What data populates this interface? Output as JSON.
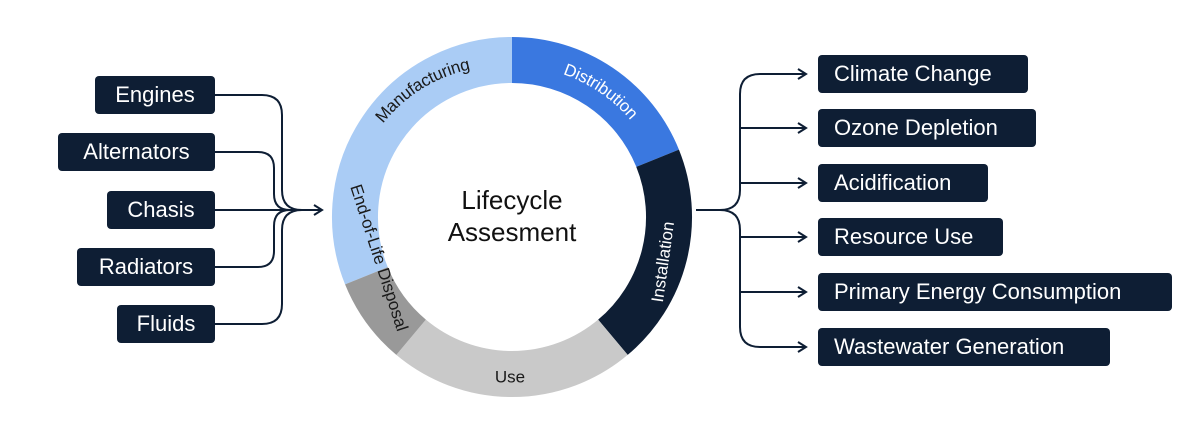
{
  "center": {
    "line1": "Lifecycle",
    "line2": "Assesment"
  },
  "phases": [
    {
      "label": "Manufacturing",
      "color": "#aaccf5",
      "text_color": "#1a1a1a"
    },
    {
      "label": "Distribution",
      "color": "#3a78e0",
      "text_color": "#ffffff"
    },
    {
      "label": "Installation",
      "color": "#0e1e34",
      "text_color": "#ffffff"
    },
    {
      "label": "Use",
      "color": "#c9c9c9",
      "text_color": "#1a1a1a"
    },
    {
      "label": "End-of-Life Disposal",
      "color": "#999999",
      "text_color": "#1a1a1a"
    }
  ],
  "inputs": [
    "Engines",
    "Alternators",
    "Chasis",
    "Radiators",
    "Fluids"
  ],
  "outputs": [
    "Climate Change",
    "Ozone Depletion",
    "Acidification",
    "Resource Use",
    "Primary Energy Consumption",
    "Wastewater Generation"
  ],
  "colors": {
    "box_bg": "#0e1e34",
    "box_text": "#ffffff",
    "line": "#0e1e34"
  }
}
